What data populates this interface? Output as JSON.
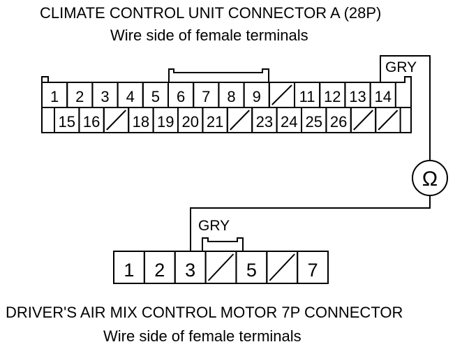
{
  "connector_a": {
    "title": "CLIMATE CONTROL UNIT CONNECTOR A (28P)",
    "subtitle": "Wire side of female terminals",
    "row1": [
      "1",
      "2",
      "3",
      "4",
      "5",
      "6",
      "7",
      "8",
      "9",
      "",
      "11",
      "12",
      "13",
      "14"
    ],
    "row2": [
      "15",
      "16",
      "",
      "18",
      "19",
      "20",
      "21",
      "",
      "23",
      "24",
      "25",
      "26",
      "",
      ""
    ]
  },
  "motor_connector": {
    "title": "DRIVER'S AIR MIX CONTROL MOTOR 7P CONNECTOR",
    "subtitle": "Wire side of female terminals",
    "pins": [
      "1",
      "2",
      "3",
      "",
      "5",
      "",
      "7"
    ]
  },
  "wire_top": {
    "color_label": "GRY"
  },
  "wire_bottom": {
    "color_label": "GRY"
  },
  "meter": {
    "symbol": "Ω"
  }
}
